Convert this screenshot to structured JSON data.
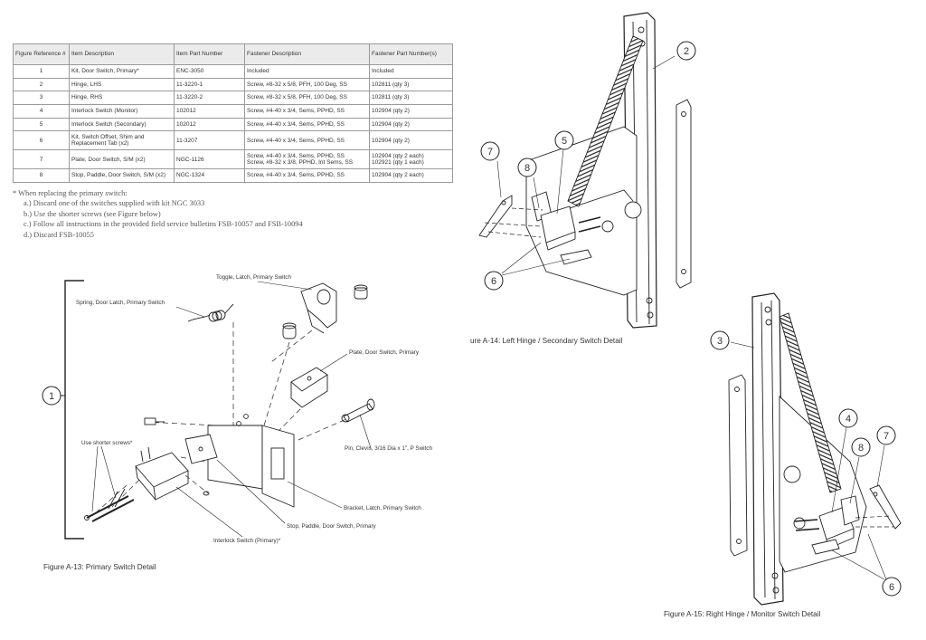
{
  "table": {
    "headers": [
      "Figure Reference #",
      "Item Description",
      "Item Part Number",
      "Fastener Description",
      "Fastener Part Number(s)"
    ],
    "rows": [
      {
        "ref": "1",
        "desc": "Kit, Door Switch, Primary*",
        "part": "ENC-3050",
        "fastener": "Included",
        "fastener_pn": "Included"
      },
      {
        "ref": "2",
        "desc": "Hinge, LHS",
        "part": "11-3220-1",
        "fastener": "Screw, #8-32 x 5/8, PFH, 100 Deg, SS",
        "fastener_pn": "102811 (qty 3)"
      },
      {
        "ref": "3",
        "desc": "Hinge, RHS",
        "part": "11-3220-2",
        "fastener": "Screw, #8-32 x 5/8, PFH, 100 Deg, SS",
        "fastener_pn": "102811 (qty 3)"
      },
      {
        "ref": "4",
        "desc": "Interlock Switch (Monitor)",
        "part": "102012",
        "fastener": "Screw, #4-40 x 3/4, Sems, PPHD, SS",
        "fastener_pn": "102904 (qty 2)"
      },
      {
        "ref": "5",
        "desc": "Interlock Switch (Secondary)",
        "part": "102012",
        "fastener": "Screw, #4-40 x 3/4, Sems, PPHD, SS",
        "fastener_pn": "102904 (qty 2)"
      },
      {
        "ref": "6",
        "desc": "Kit, Switch Offset, Shim and\nReplacement Tab (x2)",
        "part": "11-3207",
        "fastener": "Screw, #4-40 x 3/4, Sems, PPHD, SS",
        "fastener_pn": "102904 (qty 2)"
      },
      {
        "ref": "7",
        "desc": "Plate, Door Switch, S/M (x2)",
        "part": "NGC-1126",
        "fastener": "Screw, #4-40 x 3/4, Sems, PPHD, SS\nScrew, #8-32 x 3/8, PPHD, Int Sems, SS",
        "fastener_pn": "102904 (qty 2 each)\n102921 (qty 1 each)"
      },
      {
        "ref": "8",
        "desc": "Stop, Paddle, Door Switch, S/M (x2)",
        "part": "NGC-1324",
        "fastener": "Screw, #4-40 x 3/4, Sems, PPHD, SS",
        "fastener_pn": "102904 (qty 2 each)"
      }
    ]
  },
  "notes": {
    "intro": "* When replacing the primary switch:",
    "items": [
      "a.) Discard one of the switches supplied with kit NGC 3033",
      "b.) Use the shorter screws (see Figure below)",
      "c.) Follow all instructions in the provided field service bulletins FSB-10057 and FSB-10094",
      "d.) Discard FSB-10055"
    ]
  },
  "figure_a13": {
    "caption": "Figure A-13: Primary Switch Detail",
    "callout": "1",
    "labels": {
      "toggle": "Toggle, Latch, Primary Switch",
      "spring": "Spring, Door Latch, Primary Switch",
      "plate": "Plate, Door Switch, Primary",
      "pin": "Pin, Clevis, 3/16 Dia x 1\", P Switch",
      "bracket": "Bracket, Latch, Primary Switch",
      "stop": "Stop, Paddle, Door Switch, Primary",
      "interlock": "Interlock Switch (Primary)*",
      "shorter": "Use shorter screws*"
    }
  },
  "figure_a14": {
    "caption": "ure A-14: Left Hinge / Secondary Switch Detail",
    "callouts": {
      "c2": "2",
      "c5": "5",
      "c6": "6",
      "c7": "7",
      "c8": "8"
    }
  },
  "figure_a15": {
    "caption": "Figure A-15: Right Hinge / Monitor Switch Detail",
    "callouts": {
      "c3": "3",
      "c4": "4",
      "c6": "6",
      "c7": "7",
      "c8": "8"
    }
  }
}
